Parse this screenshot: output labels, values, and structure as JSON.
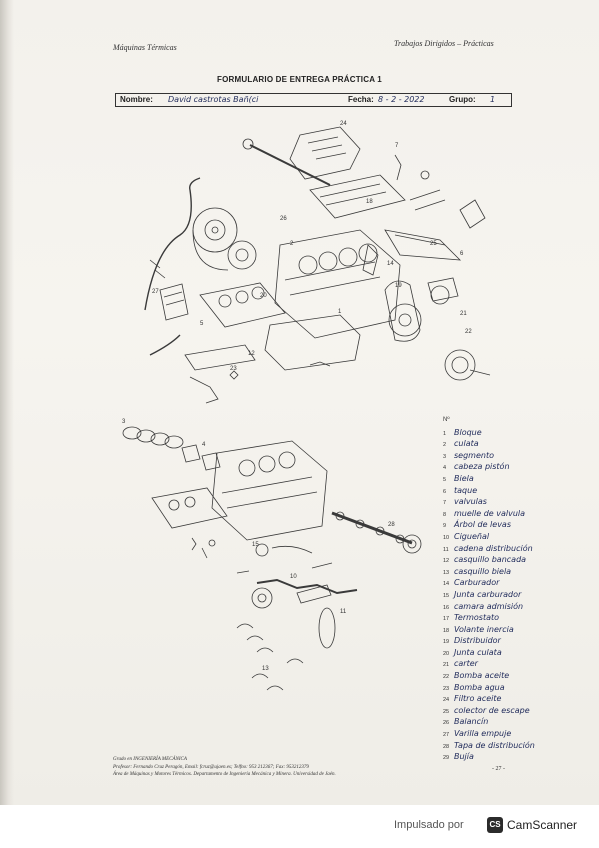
{
  "header": {
    "left": "Máquinas Térmicas",
    "right": "Trabajos Dirigidos – Prácticas"
  },
  "form": {
    "title": "FORMULARIO DE ENTREGA PRÁCTICA 1",
    "nombre_label": "Nombre:",
    "nombre_value": "David castrotas Bañ(ci",
    "fecha_label": "Fecha:",
    "fecha_value": "8 - 2 - 2022",
    "grupo_label": "Grupo:",
    "grupo_value": "1"
  },
  "legend": {
    "title": "Nº",
    "items": [
      {
        "n": "1",
        "text": "Bloque"
      },
      {
        "n": "2",
        "text": "culata"
      },
      {
        "n": "3",
        "text": "segmento"
      },
      {
        "n": "4",
        "text": "cabeza pistón"
      },
      {
        "n": "5",
        "text": "Biela"
      },
      {
        "n": "6",
        "text": "taque"
      },
      {
        "n": "7",
        "text": "valvulas"
      },
      {
        "n": "8",
        "text": "muelle de valvula"
      },
      {
        "n": "9",
        "text": "Árbol de levas"
      },
      {
        "n": "10",
        "text": "Cigueñal"
      },
      {
        "n": "11",
        "text": "cadena distribución"
      },
      {
        "n": "12",
        "text": "casquillo bancada"
      },
      {
        "n": "13",
        "text": "casquillo biela"
      },
      {
        "n": "14",
        "text": "Carburador"
      },
      {
        "n": "15",
        "text": "Junta carburador"
      },
      {
        "n": "16",
        "text": "camara admisión"
      },
      {
        "n": "17",
        "text": "Termostato"
      },
      {
        "n": "18",
        "text": "Volante inercia"
      },
      {
        "n": "19",
        "text": "Distribuidor"
      },
      {
        "n": "20",
        "text": "Junta culata"
      },
      {
        "n": "21",
        "text": "carter"
      },
      {
        "n": "22",
        "text": "Bomba aceite"
      },
      {
        "n": "23",
        "text": "Bomba agua"
      },
      {
        "n": "24",
        "text": "Filtro aceite"
      },
      {
        "n": "25",
        "text": "colector de escape"
      },
      {
        "n": "26",
        "text": "Balancín"
      },
      {
        "n": "27",
        "text": "Varilla empuje"
      },
      {
        "n": "28",
        "text": "Tapa de distribución"
      },
      {
        "n": "29",
        "text": "Bujía"
      }
    ]
  },
  "diagram_labels": {
    "top": [
      "24",
      "7",
      "18",
      "1",
      "26",
      "20",
      "27",
      "5",
      "12",
      "23",
      "25",
      "6",
      "14",
      "19",
      "21",
      "22",
      "2"
    ],
    "bottom": [
      "3",
      "4",
      "15",
      "28",
      "10",
      "13",
      "11"
    ]
  },
  "footer": {
    "line1": "Grado en INGENIERÍA MECÁNICA",
    "line2": "Profesor: Fernando Cruz Peragón, Email: fcruz@ujaen.es; Telfno: 953 212367; Fax: 953212379",
    "line3": "Área de Máquinas y Motores Térmicos. Departamento de Ingeniería Mecánica y Minera. Universidad de Jaén.",
    "page": "- 27 -"
  },
  "watermark": {
    "prefix": "Impulsado por",
    "badge": "CS",
    "brand": "CamScanner"
  }
}
